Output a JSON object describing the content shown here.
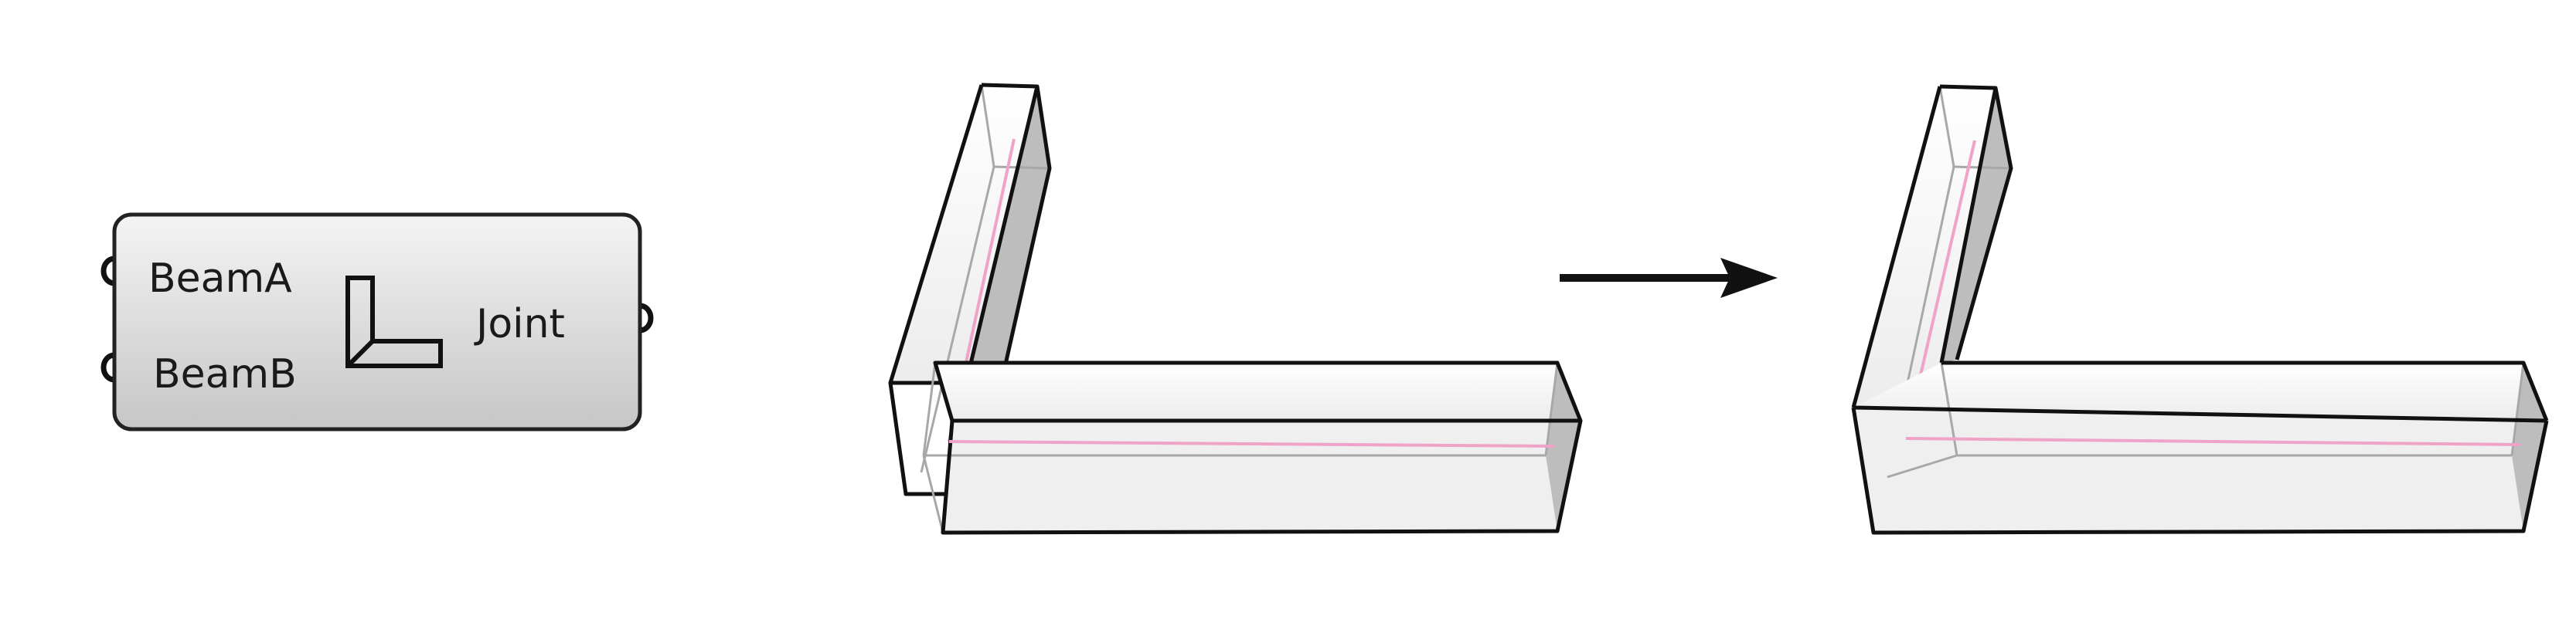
{
  "component": {
    "inputs": [
      {
        "name": "BeamA"
      },
      {
        "name": "BeamB"
      }
    ],
    "outputs": [
      {
        "name": "Joint"
      }
    ],
    "icon": "l-joint-icon"
  },
  "arrow": {
    "icon": "right-arrow-icon"
  },
  "colors": {
    "background": "#ffffff",
    "component_fill_top": "#f3f3f3",
    "component_fill_bottom": "#c9c9c9",
    "edge": "#111111",
    "hidden_edge": "#a8a8a8",
    "centerline": "#f0a3c8"
  }
}
